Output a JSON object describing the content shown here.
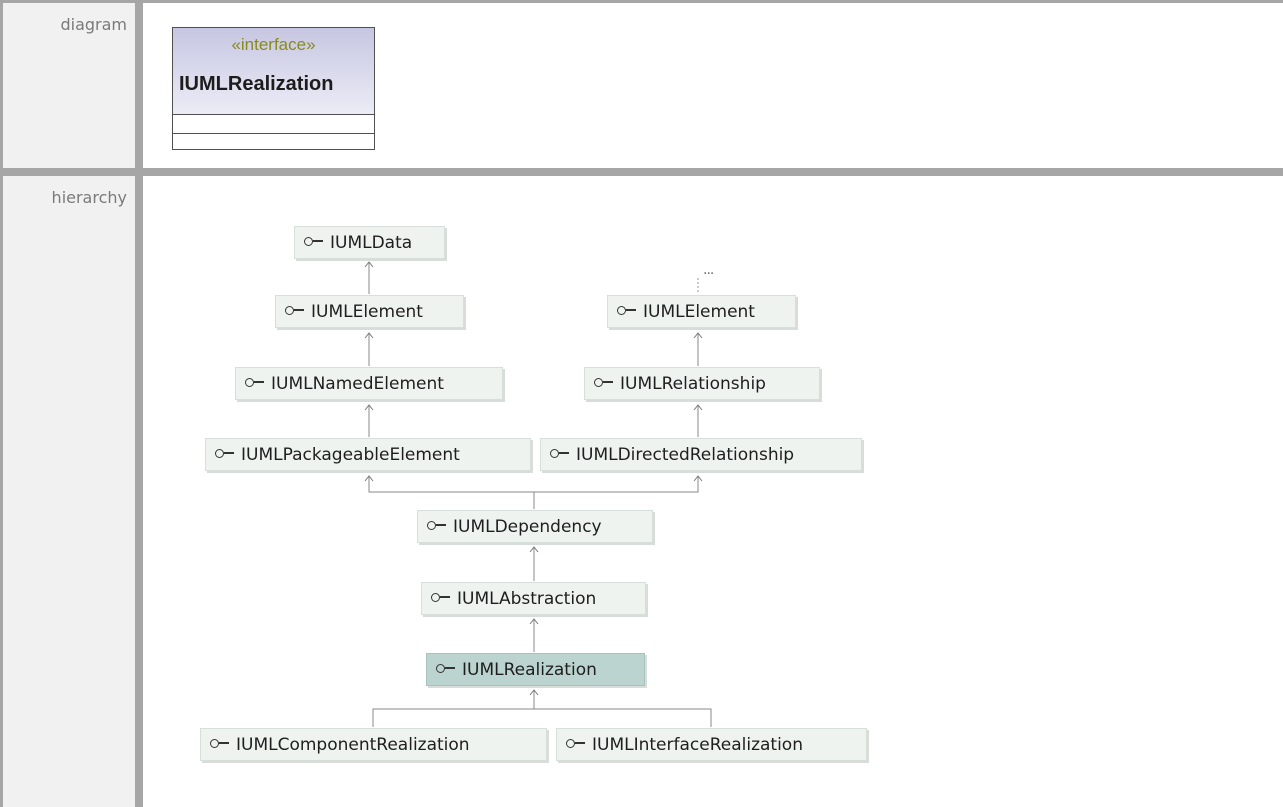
{
  "rows": [
    {
      "label": "diagram"
    },
    {
      "label": "hierarchy"
    }
  ],
  "diagram": {
    "stereotype": "«interface»",
    "name": "IUMLRealization"
  },
  "hierarchy": {
    "nodes": [
      {
        "id": "data",
        "label": "IUMLData"
      },
      {
        "id": "element-left",
        "label": "IUMLElement"
      },
      {
        "id": "named-element",
        "label": "IUMLNamedElement"
      },
      {
        "id": "packageable-element",
        "label": "IUMLPackageableElement"
      },
      {
        "id": "ellipsis",
        "label": "..."
      },
      {
        "id": "element-right",
        "label": "IUMLElement"
      },
      {
        "id": "relationship",
        "label": "IUMLRelationship"
      },
      {
        "id": "directed-relationship",
        "label": "IUMLDirectedRelationship"
      },
      {
        "id": "dependency",
        "label": "IUMLDependency"
      },
      {
        "id": "abstraction",
        "label": "IUMLAbstraction"
      },
      {
        "id": "realization",
        "label": "IUMLRealization",
        "selected": true
      },
      {
        "id": "component-realization",
        "label": "IUMLComponentRealization"
      },
      {
        "id": "interface-realization",
        "label": "IUMLInterfaceRealization"
      }
    ]
  },
  "colors": {
    "node_fill": "#eef3f0",
    "node_selected_fill": "#bcd4cf",
    "stereotype_text": "#8a8a1e",
    "label_text": "#7a7a7a",
    "cell_border": "#a6a6a6"
  }
}
